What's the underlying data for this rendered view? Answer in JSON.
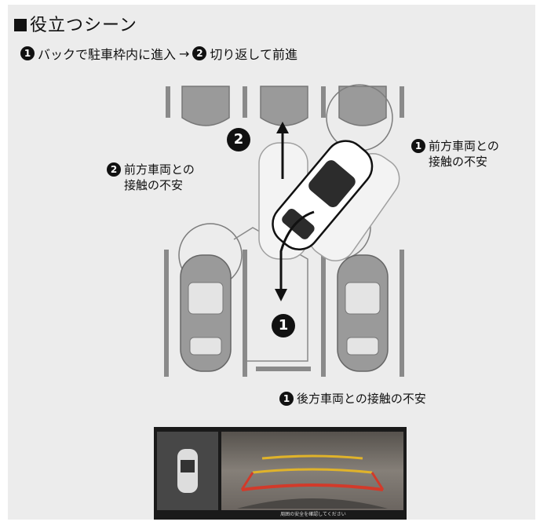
{
  "title": "役立つシーン",
  "subtitle": {
    "step1_num": "1",
    "step1_text": "バックで駐車枠内に進入",
    "arrow": "→",
    "step2_num": "2",
    "step2_text": "切り返して前進"
  },
  "labels": {
    "left": {
      "num": "2",
      "line1": "前方車両との",
      "line2": "接触の不安"
    },
    "right": {
      "num": "1",
      "line1": "前方車両との",
      "line2": "接触の不安"
    },
    "bottom": {
      "num": "1",
      "text": "後方車両との接触の不安"
    }
  },
  "diagram_markers": {
    "top_num": "2",
    "bottom_num": "1"
  },
  "camera": {
    "status_text": "周囲の安全を確認してください"
  }
}
